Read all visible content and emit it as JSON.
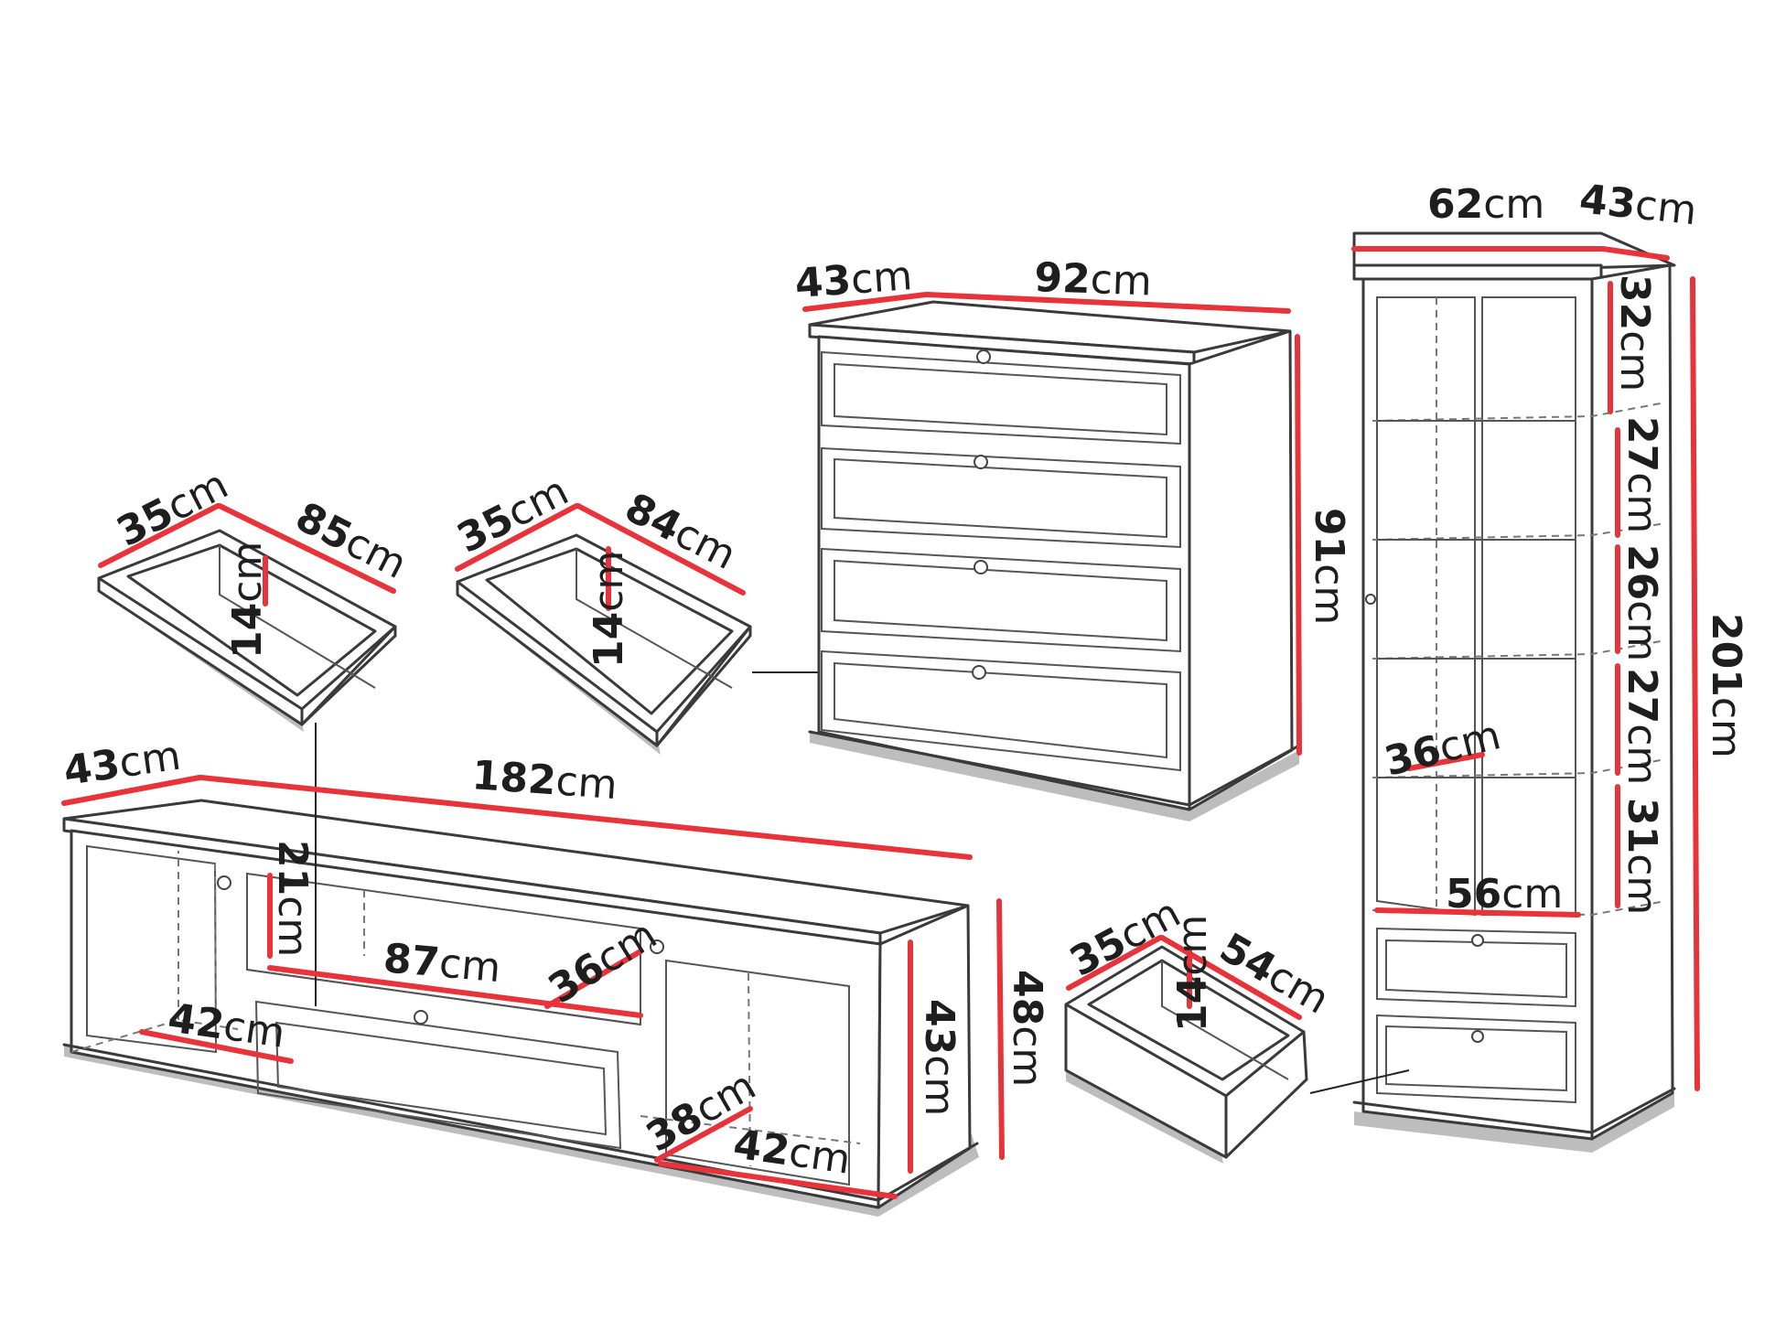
{
  "diagram": {
    "units": "cm",
    "items": [
      {
        "id": "tv_stand",
        "dimensions": {
          "depth": "43",
          "width": "182",
          "height": "48",
          "inner_height": "43",
          "shelf_opening_height": "21",
          "shelf_width": "87",
          "shelf_depth": "36",
          "compartment_width_left": "42",
          "compartment_width_right": "42",
          "compartment_depth_right": "38"
        }
      },
      {
        "id": "tv_stand_drawer",
        "dimensions": {
          "depth": "35",
          "width": "85",
          "height": "14"
        }
      },
      {
        "id": "chest_drawer",
        "dimensions": {
          "depth": "35",
          "width": "84",
          "height": "14"
        }
      },
      {
        "id": "chest_of_drawers",
        "dimensions": {
          "depth": "43",
          "width": "92",
          "height": "91"
        }
      },
      {
        "id": "bookcase",
        "dimensions": {
          "width": "62",
          "depth": "43",
          "height": "201",
          "shelf_heights": [
            "32",
            "27",
            "26",
            "27",
            "31"
          ],
          "shelf_depth": "36",
          "inner_width": "56"
        }
      },
      {
        "id": "bookcase_drawer",
        "dimensions": {
          "depth": "35",
          "width": "54",
          "height": "14"
        }
      }
    ],
    "colors": {
      "dimension_line": "#e8333a",
      "outline": "#3a3a3a",
      "shadow": "#bdbdbd",
      "text": "#1e1e1e"
    }
  },
  "labels": {
    "tv_depth": {
      "num": "43",
      "unit": "cm"
    },
    "tv_width": {
      "num": "182",
      "unit": "cm"
    },
    "tv_height": {
      "num": "48",
      "unit": "cm"
    },
    "tv_inner_height": {
      "num": "43",
      "unit": "cm"
    },
    "tv_shelf_open": {
      "num": "21",
      "unit": "cm"
    },
    "tv_shelf_width": {
      "num": "87",
      "unit": "cm"
    },
    "tv_shelf_depth": {
      "num": "36",
      "unit": "cm"
    },
    "tv_comp_left": {
      "num": "42",
      "unit": "cm"
    },
    "tv_comp_right_w": {
      "num": "42",
      "unit": "cm"
    },
    "tv_comp_right_d": {
      "num": "38",
      "unit": "cm"
    },
    "d1_depth": {
      "num": "35",
      "unit": "cm"
    },
    "d1_width": {
      "num": "85",
      "unit": "cm"
    },
    "d1_height": {
      "num": "14",
      "unit": "cm"
    },
    "d2_depth": {
      "num": "35",
      "unit": "cm"
    },
    "d2_width": {
      "num": "84",
      "unit": "cm"
    },
    "d2_height": {
      "num": "14",
      "unit": "cm"
    },
    "chest_depth": {
      "num": "43",
      "unit": "cm"
    },
    "chest_width": {
      "num": "92",
      "unit": "cm"
    },
    "chest_height": {
      "num": "91",
      "unit": "cm"
    },
    "bc_width": {
      "num": "62",
      "unit": "cm"
    },
    "bc_depth": {
      "num": "43",
      "unit": "cm"
    },
    "bc_height": {
      "num": "201",
      "unit": "cm"
    },
    "bc_s1": {
      "num": "32",
      "unit": "cm"
    },
    "bc_s2": {
      "num": "27",
      "unit": "cm"
    },
    "bc_s3": {
      "num": "26",
      "unit": "cm"
    },
    "bc_s4": {
      "num": "27",
      "unit": "cm"
    },
    "bc_s5": {
      "num": "31",
      "unit": "cm"
    },
    "bc_shelf_depth": {
      "num": "36",
      "unit": "cm"
    },
    "bc_inner_width": {
      "num": "56",
      "unit": "cm"
    },
    "d3_depth": {
      "num": "35",
      "unit": "cm"
    },
    "d3_width": {
      "num": "54",
      "unit": "cm"
    },
    "d3_height": {
      "num": "14",
      "unit": "cm"
    }
  }
}
